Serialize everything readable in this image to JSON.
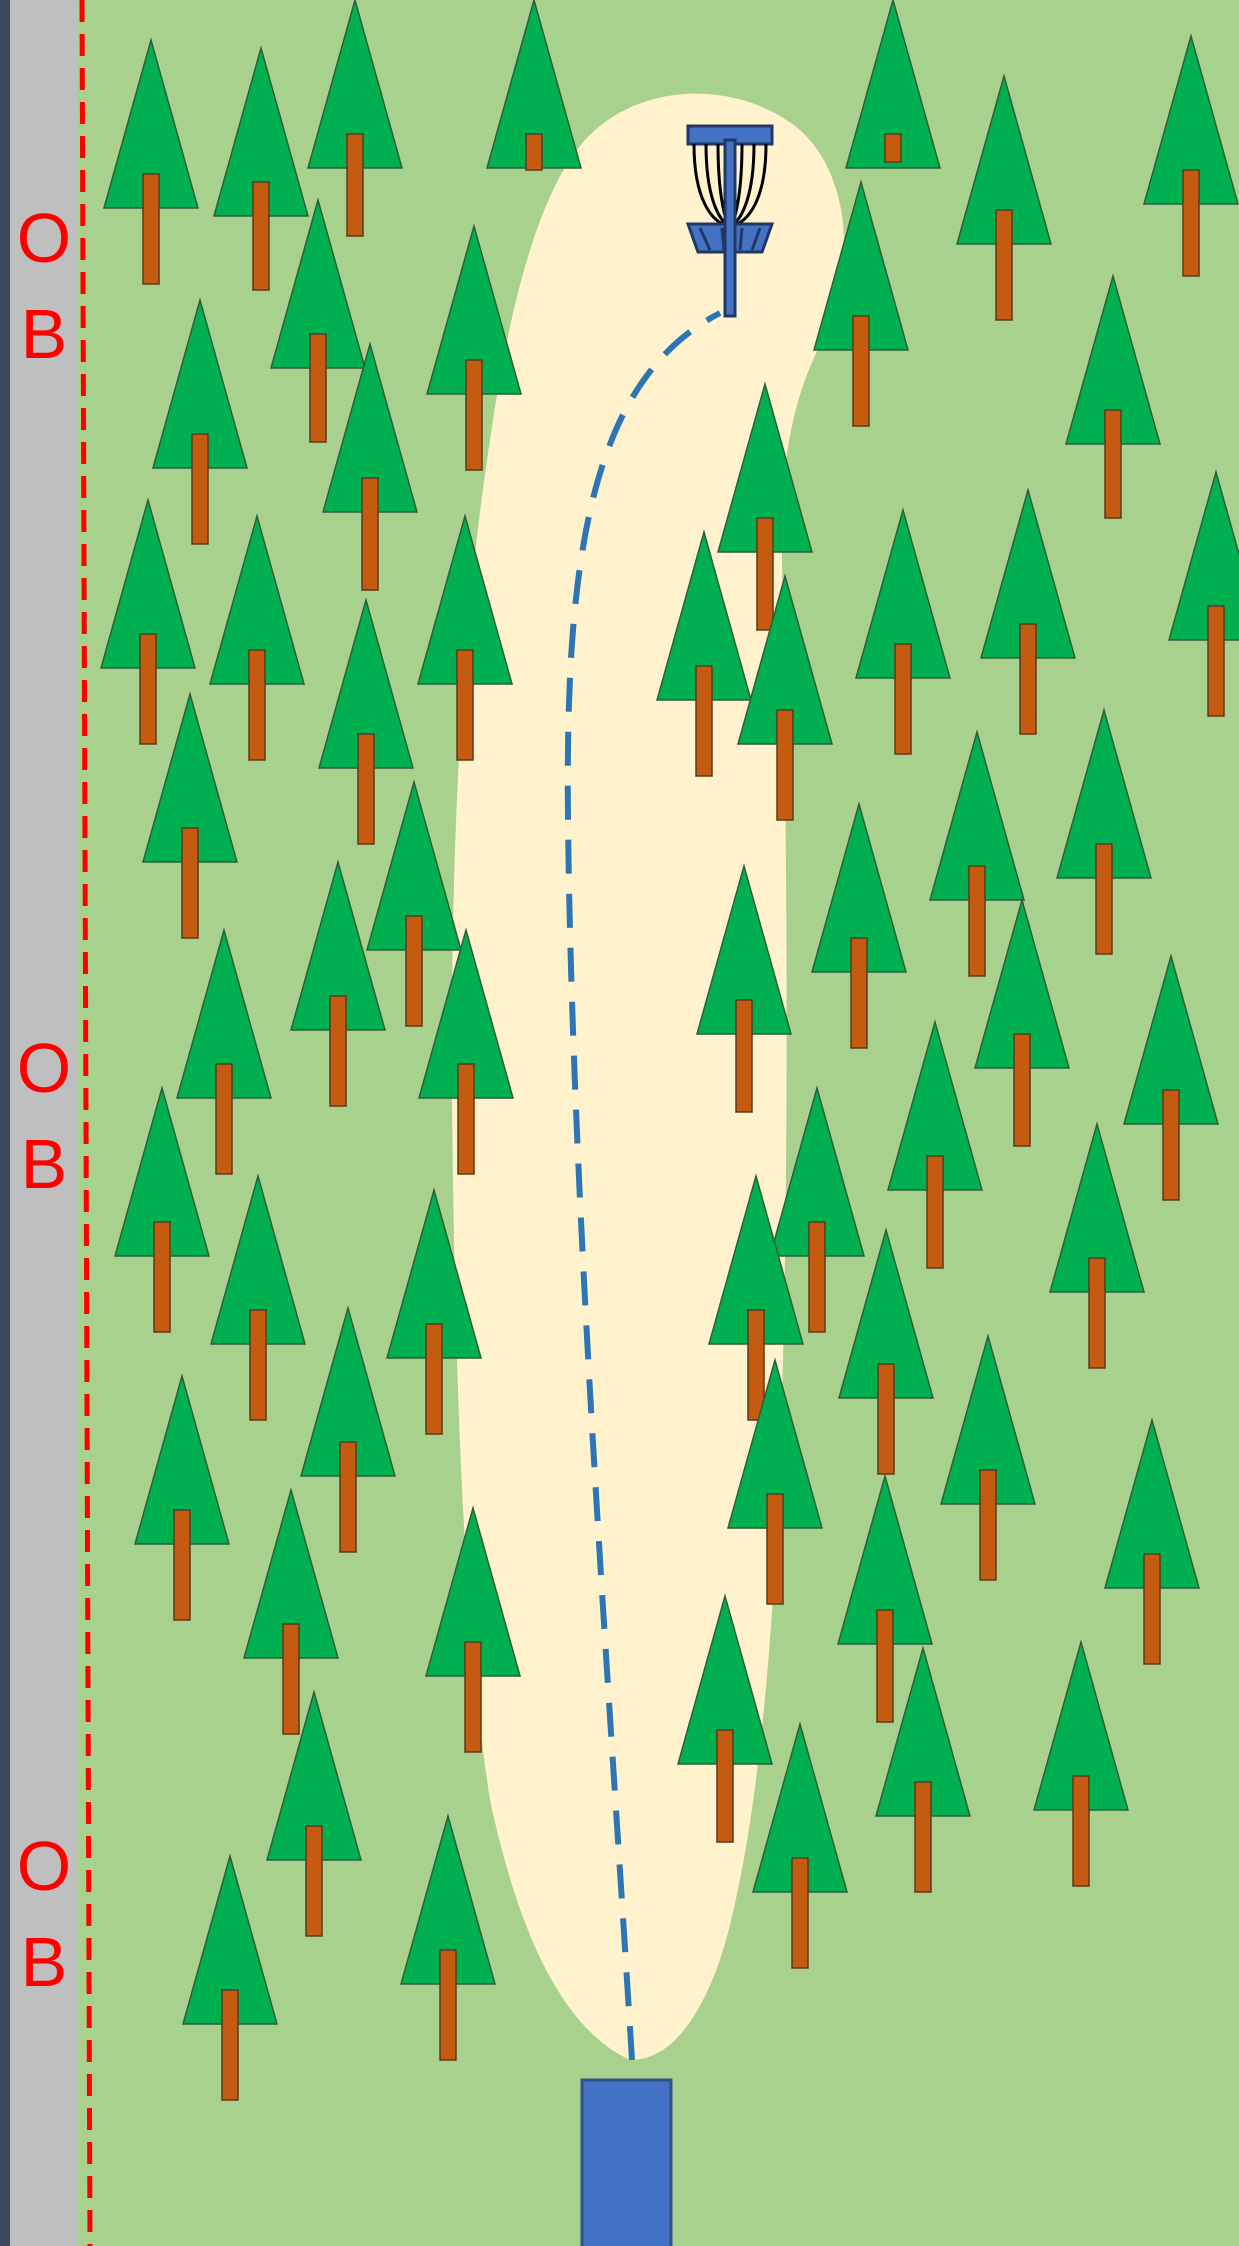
{
  "ob_markers": [
    {
      "line1": "O",
      "line2": "B"
    },
    {
      "line1": "O",
      "line2": "B"
    },
    {
      "line1": "O",
      "line2": "B"
    }
  ],
  "colors": {
    "grass": "#a9d18e",
    "fairway": "#fff2cc",
    "road": "#bfbfbf",
    "ob_line": "#ff0000",
    "ob_text": "#ff0000",
    "tree_foliage": "#00b050",
    "tree_trunk": "#c55a11",
    "tee": "#4472c4",
    "flight_path": "#2e75b6",
    "basket": "#4472c4"
  },
  "icons": {
    "tee": "tee-pad-icon",
    "basket": "disc-golf-basket-icon",
    "tree": "pine-tree-icon"
  }
}
